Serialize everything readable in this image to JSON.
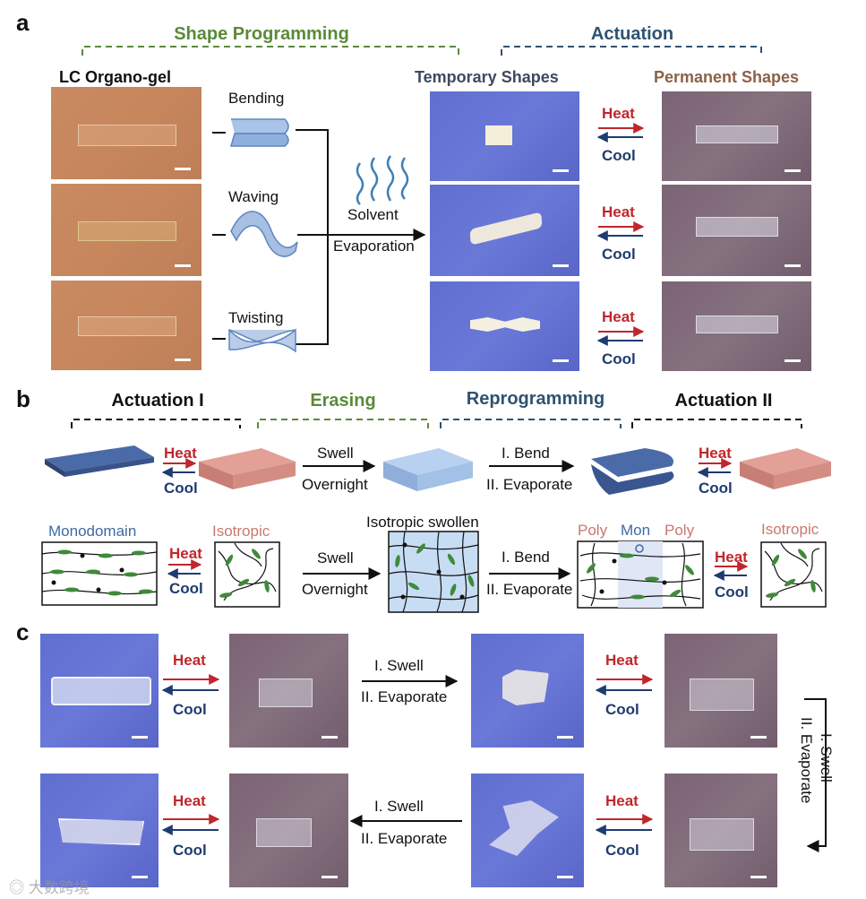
{
  "panels": {
    "a": "a",
    "b": "b",
    "c": "c"
  },
  "a": {
    "shape_programming": "Shape Programming",
    "actuation": "Actuation",
    "lc_organo_gel": "LC Organo-gel",
    "temporary_shapes": "Temporary Shapes",
    "permanent_shapes": "Permanent Shapes",
    "modes": [
      "Bending",
      "Waving",
      "Twisting"
    ],
    "solvent": "Solvent",
    "evaporation": "Evaporation"
  },
  "b": {
    "actuation_1": "Actuation I",
    "erasing": "Erasing",
    "reprogramming": "Reprogramming",
    "actuation_2": "Actuation II",
    "swell": "Swell",
    "overnight": "Overnight",
    "bend": "I. Bend",
    "evaporate": "II. Evaporate",
    "monodomain": "Monodomain",
    "isotropic": "Isotropic",
    "isotropic_swollen": "Isotropic swollen",
    "poly": "Poly",
    "mon": "Mon"
  },
  "c": {
    "swell": "I. Swell",
    "evaporate": "II. Evaporate"
  },
  "common": {
    "heat": "Heat",
    "cool": "Cool"
  },
  "watermark": "大数跨境",
  "colors": {
    "heat": "#c0262c",
    "cool": "#1f3b70",
    "green_header": "#5b8a3a",
    "blue_header": "#2f5272"
  }
}
